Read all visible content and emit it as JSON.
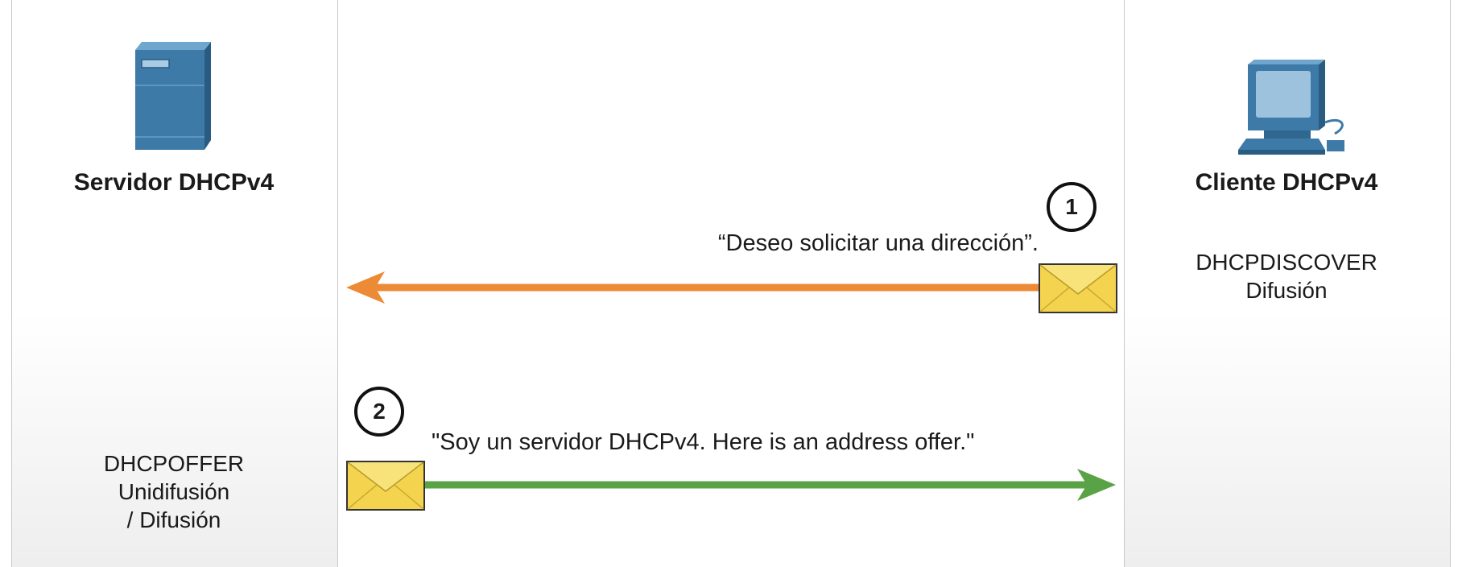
{
  "server": {
    "label": "Servidor DHCPv4",
    "message_type": "DHCPOFFER\nUnidifusión\n/ Difusión"
  },
  "client": {
    "label": "Cliente DHCPv4",
    "message_type": "DHCPDISCOVER\nDifusión"
  },
  "steps": [
    {
      "number": "1",
      "quote": "“Deseo solicitar una dirección”.",
      "direction": "client-to-server",
      "arrow_color": "#ec8a36",
      "icon": "envelope-icon"
    },
    {
      "number": "2",
      "quote": "\"Soy un servidor DHCPv4. Here is an address offer.\"",
      "direction": "server-to-client",
      "arrow_color": "#5aa246",
      "icon": "envelope-icon"
    }
  ],
  "colors": {
    "device_blue": "#3d7aa8",
    "envelope_yellow": "#f4d44e"
  }
}
